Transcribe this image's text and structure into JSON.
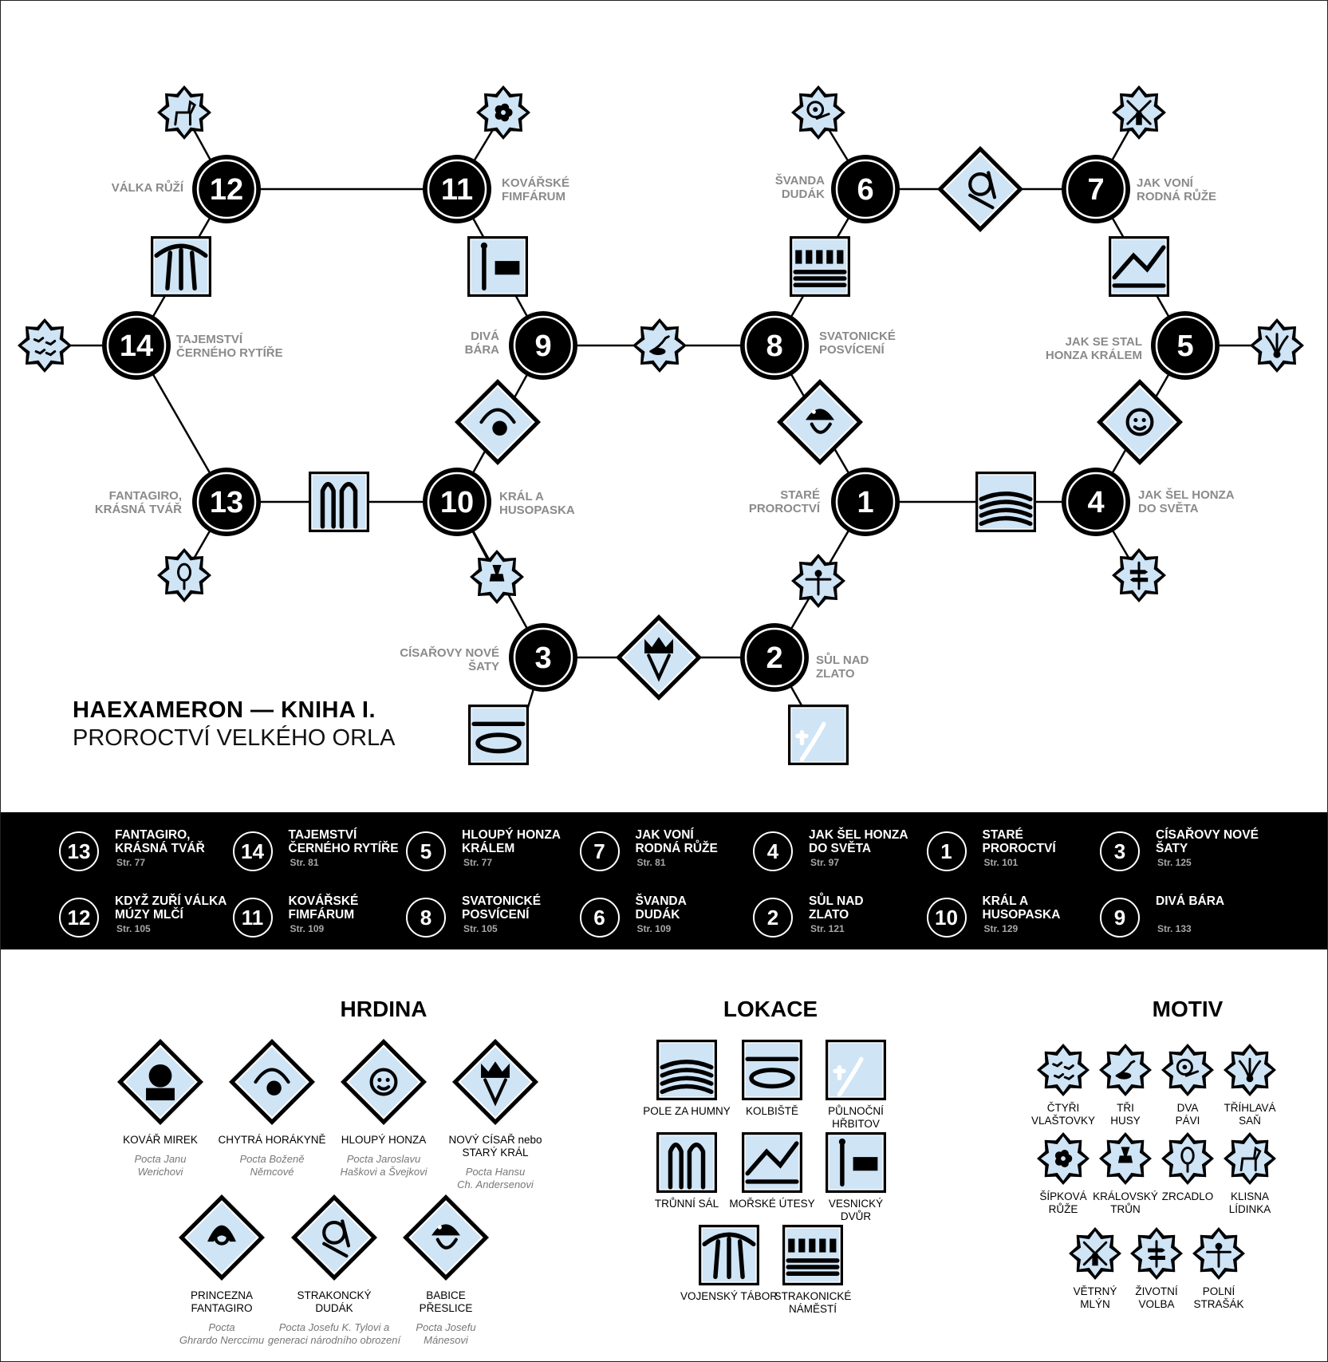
{
  "title": {
    "line1": "HAEXAMERON — KNIHA I.",
    "line2": "PROROCTVÍ VELKÉHO ORLA"
  },
  "colors": {
    "ink": "#000000",
    "ice": "#cfe4f5",
    "label_gray": "#8a8a8a",
    "page_gray": "#a8a8a8"
  },
  "map_nodes": [
    {
      "num": "1",
      "label": "STARÉ\nPROROCTVÍ"
    },
    {
      "num": "2",
      "label": "SŮL NAD\nZLATO"
    },
    {
      "num": "3",
      "label": "CÍSAŘOVY NOVÉ\nŠATY"
    },
    {
      "num": "4",
      "label": "JAK ŠEL HONZA\nDO SVĚTA"
    },
    {
      "num": "5",
      "label": "JAK SE STAL\nHONZA KRÁLEM"
    },
    {
      "num": "6",
      "label": "ŠVANDA\nDUDÁK"
    },
    {
      "num": "7",
      "label": "JAK VONÍ\nRODNÁ RŮŽE"
    },
    {
      "num": "8",
      "label": "SVATONICKÉ\nPOSVÍCENÍ"
    },
    {
      "num": "9",
      "label": "DIVÁ\nBÁRA"
    },
    {
      "num": "10",
      "label": "KRÁL A\nHUSOPASKA"
    },
    {
      "num": "11",
      "label": "KOVÁŘSKÉ\nFIMFÁRUM"
    },
    {
      "num": "12",
      "label": "VÁLKA RŮŽÍ"
    },
    {
      "num": "13",
      "label": "FANTAGIRO,\nKRÁSNÁ TVÁŘ"
    },
    {
      "num": "14",
      "label": "TAJEMSTVÍ\nČERNÉHO RYTÍŘE"
    }
  ],
  "chapters": [
    {
      "num": "13",
      "name": "FANTAGIRO,\nKRÁSNÁ TVÁŘ",
      "page": "Str. 77"
    },
    {
      "num": "14",
      "name": "TAJEMSTVÍ\nČERNÉHO RYTÍŘE",
      "page": "Str. 81"
    },
    {
      "num": "5",
      "name": "HLOUPÝ HONZA\nKRÁLEM",
      "page": "Str. 77"
    },
    {
      "num": "7",
      "name": "JAK VONÍ\nRODNÁ RŮŽE",
      "page": "Str. 81"
    },
    {
      "num": "4",
      "name": "JAK ŠEL HONZA\nDO SVĚTA",
      "page": "Str. 97"
    },
    {
      "num": "1",
      "name": "STARÉ\nPROROCTVÍ",
      "page": "Str. 101"
    },
    {
      "num": "3",
      "name": "CÍSAŘOVY NOVÉ\nŠATY",
      "page": "Str. 125"
    },
    {
      "num": "12",
      "name": "KDYŽ ZUŘÍ VÁLKA\nMÚZY MLČÍ",
      "page": "Str. 105"
    },
    {
      "num": "11",
      "name": "KOVÁŘSKÉ\nFIMFÁRUM",
      "page": "Str. 109"
    },
    {
      "num": "8",
      "name": "SVATONICKÉ\nPOSVÍCENÍ",
      "page": "Str. 105"
    },
    {
      "num": "6",
      "name": "ŠVANDA\nDUDÁK",
      "page": "Str. 109"
    },
    {
      "num": "2",
      "name": "SŮL NAD\nZLATO",
      "page": "Str. 121"
    },
    {
      "num": "10",
      "name": "KRÁL A\nHUSOPASKA",
      "page": "Str. 129"
    },
    {
      "num": "9",
      "name": "DIVÁ BÁRA",
      "page": "Str. 133"
    }
  ],
  "legend": {
    "hrdina_title": "HRDINA",
    "lokace_title": "LOKACE",
    "motiv_title": "MOTIV",
    "heroes": [
      {
        "name": "KOVÁŘ MIREK",
        "homage": "Pocta Janu\nWerichovi",
        "icon": "smith-icon"
      },
      {
        "name": "CHYTRÁ HORÁKYNĚ",
        "homage": "Pocta Boženě\nNěmcové",
        "icon": "clever-girl-icon"
      },
      {
        "name": "HLOUPÝ HONZA",
        "homage": "Pocta Jaroslavu\nHaškovi a Švejkovi",
        "icon": "honza-icon"
      },
      {
        "name": "NOVÝ CÍSAŘ nebo\nSTARÝ KRÁL",
        "homage": "Pocta Hansu\nCh. Andersenovi",
        "icon": "king-icon"
      },
      {
        "name": "PRINCEZNA\nFANTAGIRO",
        "homage": "Pocta\nGhrardo Nerccimu",
        "icon": "princess-icon"
      },
      {
        "name": "STRAKONCKÝ\nDUDÁK",
        "homage": "Pocta Josefu K. Tylovi a\ngeneraci národního obrození",
        "icon": "piper-icon"
      },
      {
        "name": "BABICE\nPŘESLICE",
        "homage": "Pocta Josefu\nMánesovi",
        "icon": "witch-icon"
      }
    ],
    "locations": [
      {
        "name": "POLE ZA HUMNY",
        "icon": "field-icon"
      },
      {
        "name": "KOLBIŠTĚ",
        "icon": "arena-icon"
      },
      {
        "name": "PŮLNOČNÍ\nHŘBITOV",
        "icon": "graveyard-icon"
      },
      {
        "name": "TRŮNNÍ SÁL",
        "icon": "throne-hall-icon"
      },
      {
        "name": "MOŘSKÉ ÚTESY",
        "icon": "cliffs-icon"
      },
      {
        "name": "VESNICKÝ\nDVŮR",
        "icon": "village-yard-icon"
      },
      {
        "name": "VOJENSKÝ TÁBOR",
        "icon": "camp-icon"
      },
      {
        "name": "STRAKONICKÉ\nNÁMĚSTÍ",
        "icon": "town-square-icon"
      }
    ],
    "motifs": [
      {
        "name": "ČTYŘI\nVLAŠTOVKY",
        "icon": "swallows-icon"
      },
      {
        "name": "TŘI\nHUSY",
        "icon": "geese-icon"
      },
      {
        "name": "DVA\nPÁVI",
        "icon": "peacock-icon"
      },
      {
        "name": "TŘÍHLAVÁ\nSAŇ",
        "icon": "dragon-icon"
      },
      {
        "name": "ŠÍPKOVÁ\nRŮŽE",
        "icon": "rose-icon"
      },
      {
        "name": "KRÁLOVSKÝ\nTRŮN",
        "icon": "throne-icon"
      },
      {
        "name": "ZRCADLO",
        "icon": "mirror-icon"
      },
      {
        "name": "KLISNA\nLÍDINKA",
        "icon": "mare-icon"
      },
      {
        "name": "VĚTRNÝ\nMLÝN",
        "icon": "windmill-icon"
      },
      {
        "name": "ŽIVOTNÍ\nVOLBA",
        "icon": "signpost-icon"
      },
      {
        "name": "POLNÍ\nSTRAŠÁK",
        "icon": "scarecrow-icon"
      }
    ]
  }
}
